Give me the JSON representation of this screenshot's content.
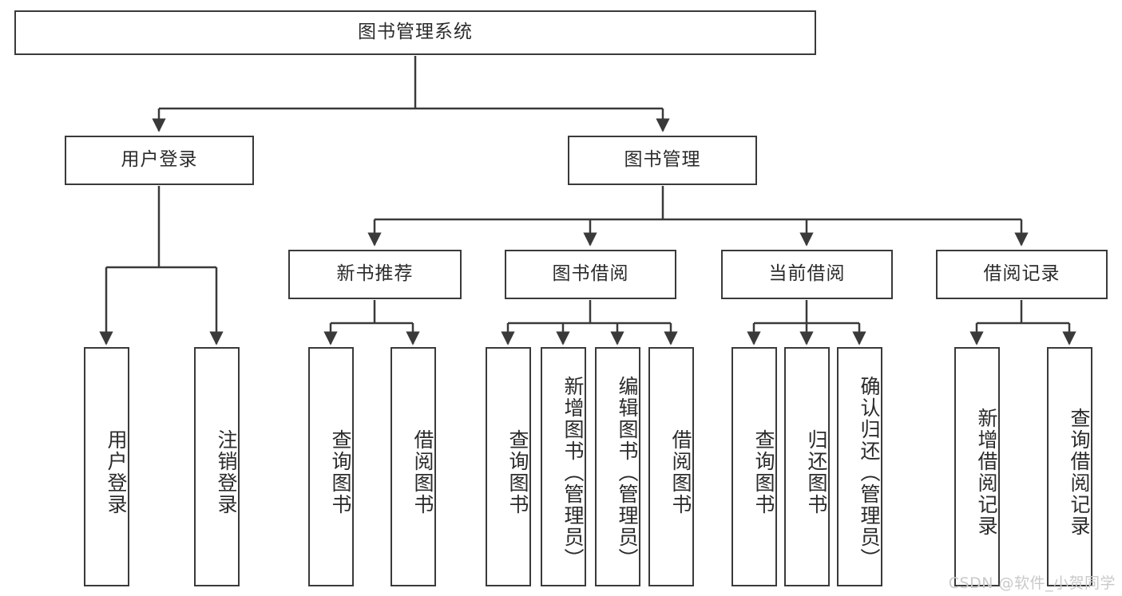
{
  "diagram": {
    "type": "tree-hierarchy",
    "title": "图书管理系统",
    "watermark": "CSDN @软件_小贺同学",
    "colors": {
      "box_border": "#3a3a3a",
      "box_fill": "#ffffff",
      "connector": "#3a3a3a",
      "text": "#2b2b2b",
      "watermark": "#c9c9c9"
    },
    "root": {
      "label": "图书管理系统"
    },
    "level2": [
      {
        "label": "用户登录"
      },
      {
        "label": "图书管理"
      }
    ],
    "level3": [
      {
        "label": "新书推荐"
      },
      {
        "label": "图书借阅"
      },
      {
        "label": "当前借阅"
      },
      {
        "label": "借阅记录"
      }
    ],
    "leaves": {
      "user_login": [
        {
          "label": "用户登录"
        },
        {
          "label": "注销登录"
        }
      ],
      "new_book_recommend": [
        {
          "label": "查询图书"
        },
        {
          "label": "借阅图书"
        }
      ],
      "book_borrow": [
        {
          "label": "查询图书"
        },
        {
          "label": "新增图书（管理员）"
        },
        {
          "label": "编辑图书（管理员）"
        },
        {
          "label": "借阅图书"
        }
      ],
      "current_borrow": [
        {
          "label": "查询图书"
        },
        {
          "label": "归还图书"
        },
        {
          "label": "确认归还（管理员）"
        }
      ],
      "borrow_record": [
        {
          "label": "新增借阅记录"
        },
        {
          "label": "查询借阅记录"
        }
      ]
    }
  }
}
